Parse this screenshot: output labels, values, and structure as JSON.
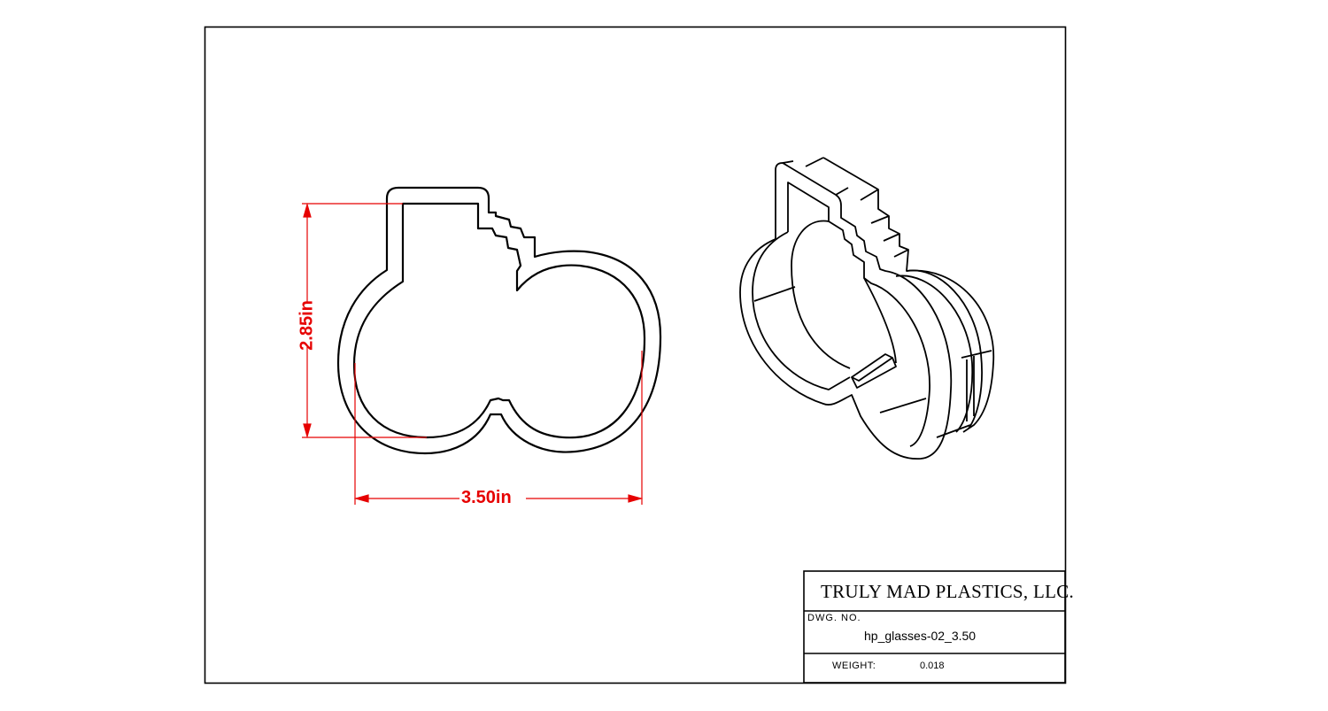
{
  "dimensions": {
    "height_label": "2.85in",
    "width_label": "3.50in",
    "color": "#e60000"
  },
  "title_block": {
    "company": "TRULY MAD PLASTICS, LLC.",
    "dwg_no_label": "DWG. NO.",
    "dwg_no_value": "hp_glasses-02_3.50",
    "weight_label": "WEIGHT:",
    "weight_value": "0.018"
  },
  "views": [
    "front-outline-view",
    "isometric-view"
  ]
}
